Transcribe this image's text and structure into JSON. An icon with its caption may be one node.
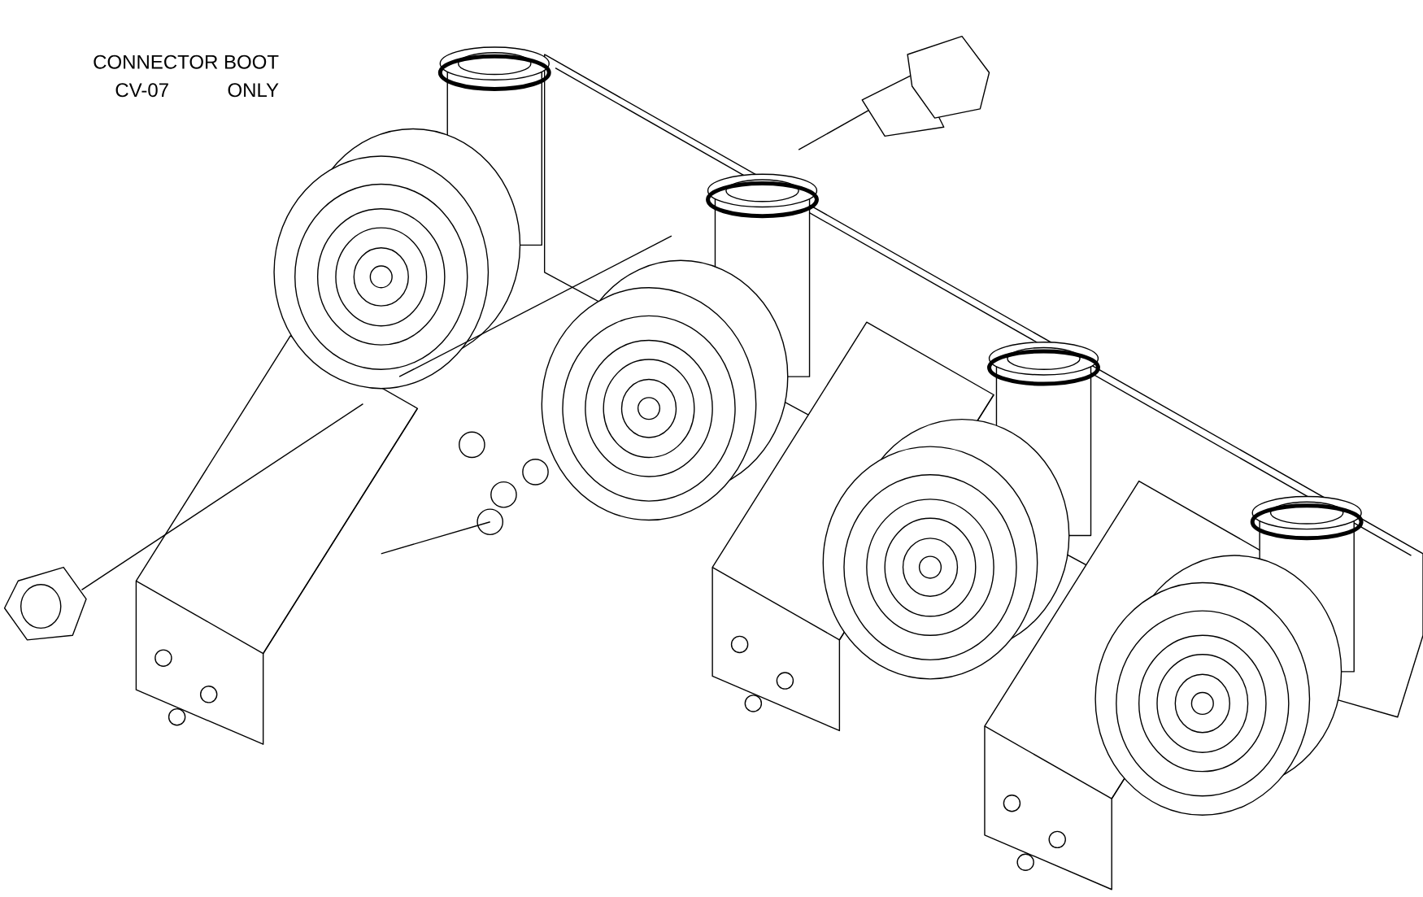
{
  "diagram": {
    "labels": [
      "CONNECTOR BOOT",
      "CV-07",
      "ONLY"
    ]
  }
}
